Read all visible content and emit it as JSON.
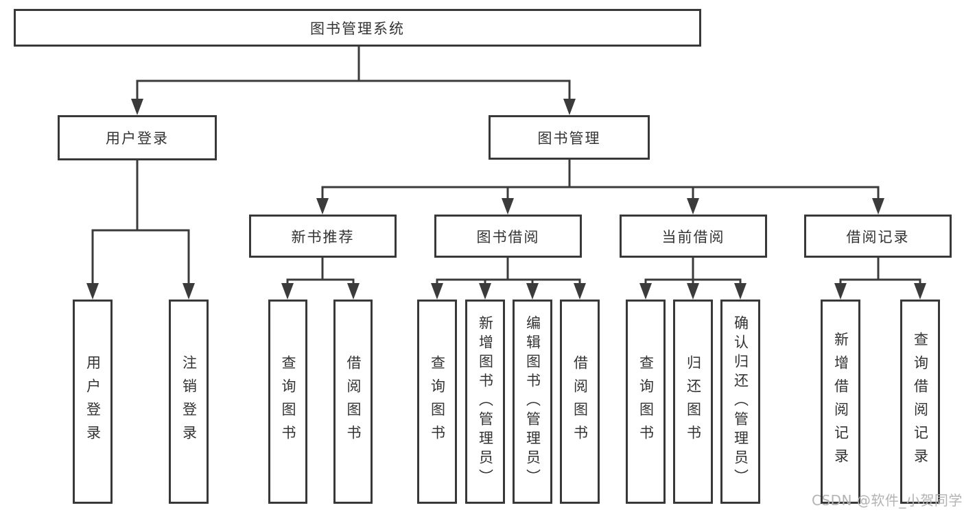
{
  "tree": {
    "root": "图书管理系统",
    "user_login": {
      "label": "用户登录",
      "leaves": [
        "用户登录",
        "注销登录"
      ]
    },
    "book_management": {
      "label": "图书管理",
      "groups": [
        {
          "label": "新书推荐",
          "leaves": [
            "查询图书",
            "借阅图书"
          ]
        },
        {
          "label": "图书借阅",
          "leaves": [
            "查询图书",
            "新增图书（管理员）",
            "编辑图书（管理员）",
            "借阅图书"
          ]
        },
        {
          "label": "当前借阅",
          "leaves": [
            "查询图书",
            "归还图书",
            "确认归还（管理员）"
          ]
        },
        {
          "label": "借阅记录",
          "leaves": [
            "新增借阅记录",
            "查询借阅记录"
          ]
        }
      ]
    }
  },
  "watermark": "CSDN @软件_小贺同学",
  "colors": {
    "line": "#3b3b3b",
    "box_border": "#383838",
    "text": "#333333",
    "background": "#ffffff",
    "watermark": "#b3b3b3"
  }
}
